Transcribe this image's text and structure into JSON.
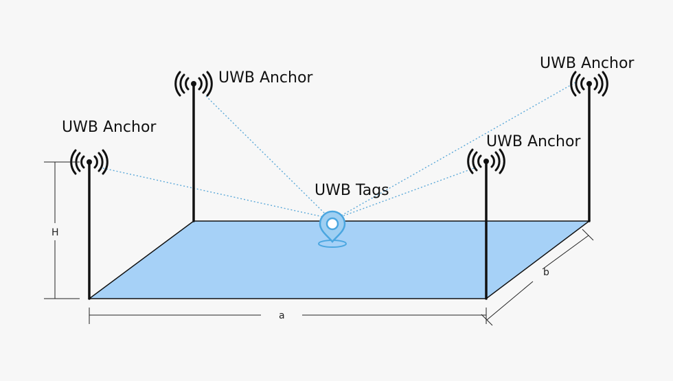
{
  "anchors": {
    "label_1": "UWB Anchor",
    "label_2": "UWB Anchor",
    "label_3": "UWB Anchor",
    "label_4": "UWB Anchor"
  },
  "tag": {
    "label": "UWB Tags"
  },
  "dimensions": {
    "height_label": "H",
    "length_label": "a",
    "width_label": "b"
  },
  "colors": {
    "floor_fill": "#a6d1f7",
    "signal_line": "#5aa8d8",
    "tag_icon": "#4aa6e0",
    "pole": "#111111"
  }
}
